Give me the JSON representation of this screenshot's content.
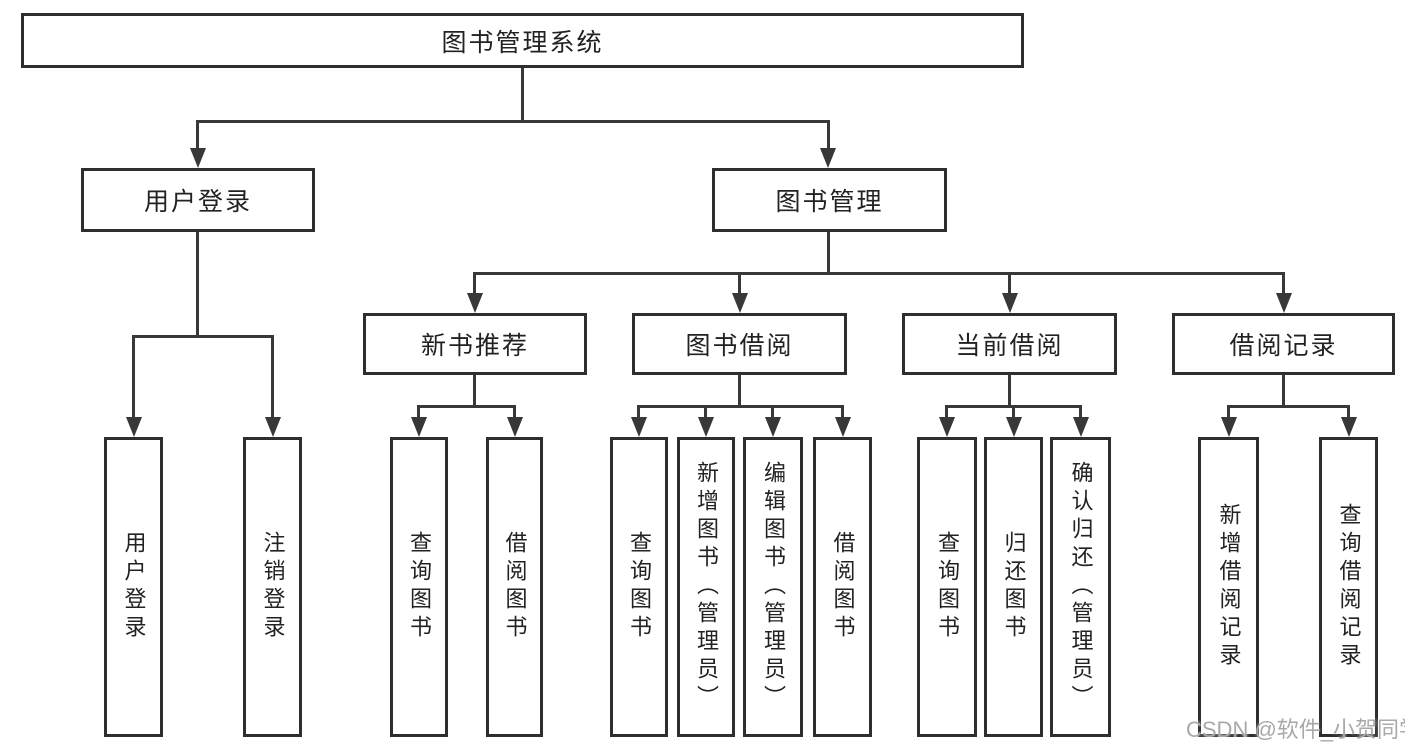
{
  "diagram": {
    "root": {
      "label": "图书管理系统"
    },
    "branches": [
      {
        "label": "用户登录",
        "children": [
          {
            "label": "用户登录"
          },
          {
            "label": "注销登录"
          }
        ]
      },
      {
        "label": "图书管理",
        "children": [
          {
            "label": "新书推荐",
            "children": [
              {
                "label": "查询图书"
              },
              {
                "label": "借阅图书"
              }
            ]
          },
          {
            "label": "图书借阅",
            "children": [
              {
                "label": "查询图书"
              },
              {
                "label": "新增图书（管理员）"
              },
              {
                "label": "编辑图书（管理员）"
              },
              {
                "label": "借阅图书"
              }
            ]
          },
          {
            "label": "当前借阅",
            "children": [
              {
                "label": "查询图书"
              },
              {
                "label": "归还图书"
              },
              {
                "label": "确认归还（管理员）"
              }
            ]
          },
          {
            "label": "借阅记录",
            "children": [
              {
                "label": "新增借阅记录"
              },
              {
                "label": "查询借阅记录"
              }
            ]
          }
        ]
      }
    ]
  },
  "watermark": {
    "text": "CSDN @软件_小贺同学"
  },
  "colors": {
    "line": "#383838",
    "box_border": "#2e2e2e",
    "text": "#222222",
    "watermark": "#a9a9a9",
    "background": "#ffffff"
  }
}
